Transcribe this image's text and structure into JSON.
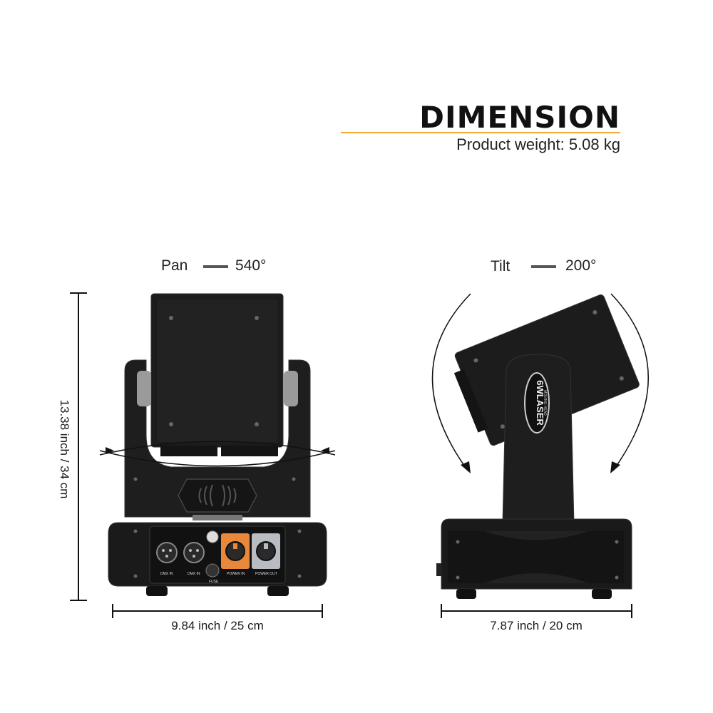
{
  "header": {
    "title": "DIMENSION",
    "weight": "Product weight: 5.08 kg",
    "accent_color": "#f0a830"
  },
  "rotation": {
    "pan_label": "Pan",
    "pan_value": "540°",
    "tilt_label": "Tilt",
    "tilt_value": "200°"
  },
  "dimensions": {
    "height": "13.38 inch / 34 cm",
    "front_width": "9.84 inch / 25 cm",
    "side_width": "7.87 inch / 20 cm"
  },
  "connectors": {
    "dmx_in": "DMX IN",
    "dmx_out": "DMX IN",
    "power_in": "POWER IN",
    "power_out": "POWER OUT",
    "fuse": "FUSE"
  },
  "badge": {
    "brand": "6WLASER",
    "sub": "MOVING HEAD"
  },
  "colors": {
    "body": "#1e1e1e",
    "power_in": "#e8883a",
    "power_out": "#b9bcc0"
  }
}
